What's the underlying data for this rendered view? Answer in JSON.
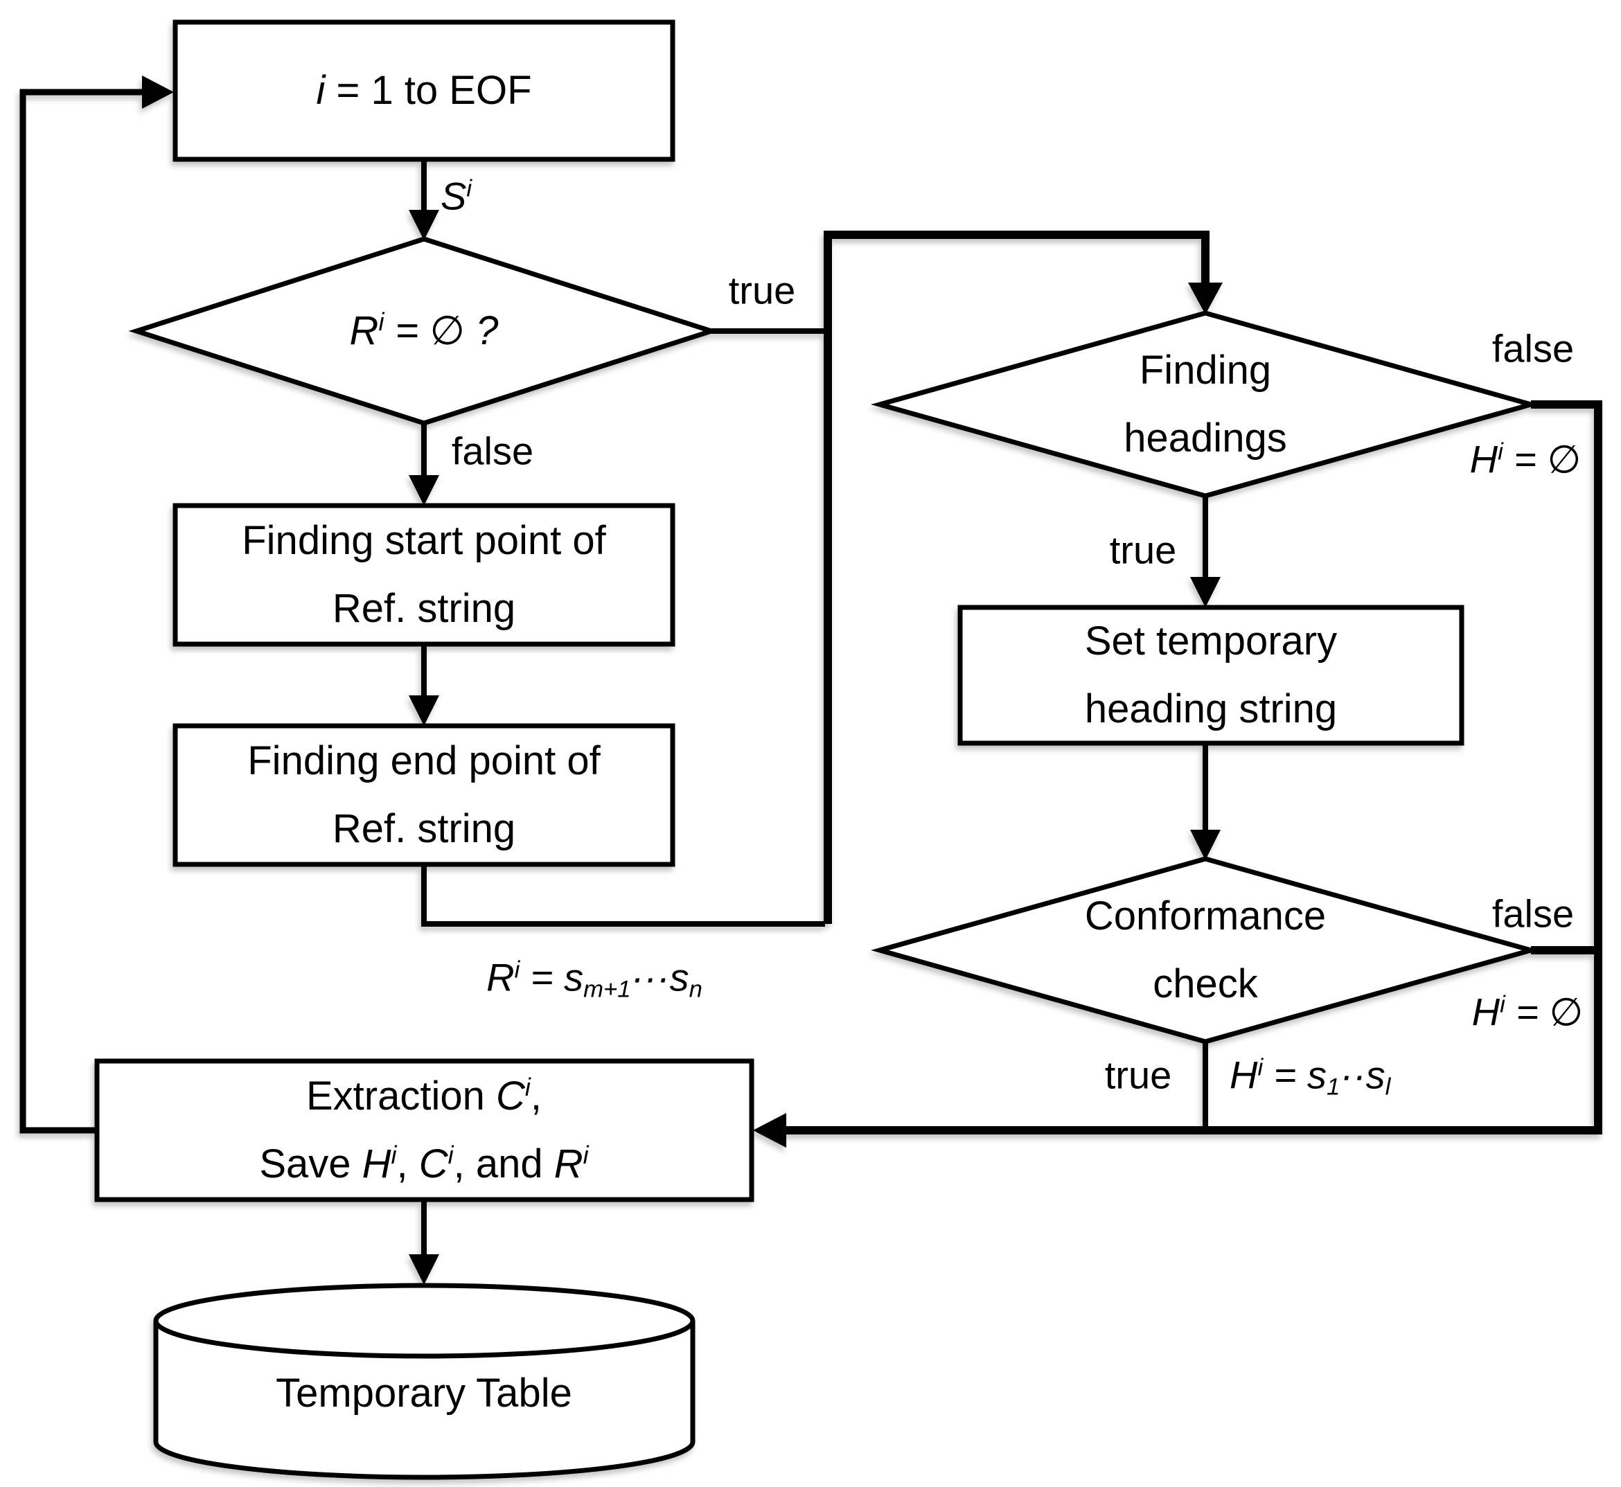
{
  "colors": {
    "background": "#ffffff",
    "line": "#000000",
    "shape_fill": "#ffffff",
    "text": "#000000"
  },
  "nodes": {
    "loop": {
      "type": "process",
      "parts": [
        {
          "t": "i",
          "i": 1
        },
        {
          "t": " = 1 to EOF"
        }
      ]
    },
    "ref_empty": {
      "type": "decision",
      "parts": [
        {
          "t": "R",
          "i": 1
        },
        {
          "t": "i",
          "i": 1,
          "s": "sup"
        },
        {
          "t": " = ∅ ?"
        }
      ]
    },
    "find_start": {
      "type": "process",
      "lines": [
        "Finding start point of",
        "Ref. string"
      ]
    },
    "find_end": {
      "type": "process",
      "lines": [
        "Finding end point of",
        "Ref. string"
      ]
    },
    "find_headings": {
      "type": "decision",
      "lines": [
        "Finding",
        "headings"
      ]
    },
    "set_temp_heading": {
      "type": "process",
      "lines": [
        "Set temporary",
        "heading string"
      ]
    },
    "conformance_check": {
      "type": "decision",
      "lines": [
        "Conformance",
        "check"
      ]
    },
    "extract_save": {
      "type": "process",
      "line1": [
        {
          "t": "Extraction "
        },
        {
          "t": "C",
          "i": 1
        },
        {
          "t": "i",
          "i": 1,
          "s": "sup"
        },
        {
          "t": ","
        }
      ],
      "line2": [
        {
          "t": "Save "
        },
        {
          "t": "H",
          "i": 1
        },
        {
          "t": "i",
          "i": 1,
          "s": "sup"
        },
        {
          "t": ", "
        },
        {
          "t": "C",
          "i": 1
        },
        {
          "t": "i",
          "i": 1,
          "s": "sup"
        },
        {
          "t": ", and "
        },
        {
          "t": "R",
          "i": 1
        },
        {
          "t": "i",
          "i": 1,
          "s": "sup"
        }
      ]
    },
    "temp_table": {
      "type": "datastore",
      "label": "Temporary Table"
    }
  },
  "edge_labels": {
    "s_input": [
      {
        "t": "S",
        "i": 1
      },
      {
        "t": "i",
        "i": 1,
        "s": "sup"
      }
    ],
    "ref_empty_true": "true",
    "ref_empty_false": "false",
    "ref_assign": [
      {
        "t": "R",
        "i": 1
      },
      {
        "t": "i",
        "i": 1,
        "s": "sup"
      },
      {
        "t": " = "
      },
      {
        "t": "s",
        "i": 1
      },
      {
        "t": "m+1",
        "i": 1,
        "s": "sub"
      },
      {
        "t": "···"
      },
      {
        "t": "s",
        "i": 1
      },
      {
        "t": "n",
        "i": 1,
        "s": "sub"
      }
    ],
    "headings_false": "false",
    "headings_false_assign": [
      {
        "t": "H",
        "i": 1
      },
      {
        "t": "i",
        "i": 1,
        "s": "sup"
      },
      {
        "t": " = ∅"
      }
    ],
    "headings_true": "true",
    "conformance_false": "false",
    "conformance_false_assign": [
      {
        "t": "H",
        "i": 1
      },
      {
        "t": "i",
        "i": 1,
        "s": "sup"
      },
      {
        "t": " = ∅"
      }
    ],
    "conformance_true": "true",
    "heading_assign": [
      {
        "t": "H",
        "i": 1
      },
      {
        "t": "i",
        "i": 1,
        "s": "sup"
      },
      {
        "t": " = "
      },
      {
        "t": "s",
        "i": 1
      },
      {
        "t": "1",
        "i": 1,
        "s": "sub"
      },
      {
        "t": "··"
      },
      {
        "t": "s",
        "i": 1
      },
      {
        "t": "l",
        "i": 1,
        "s": "sub"
      }
    ]
  }
}
